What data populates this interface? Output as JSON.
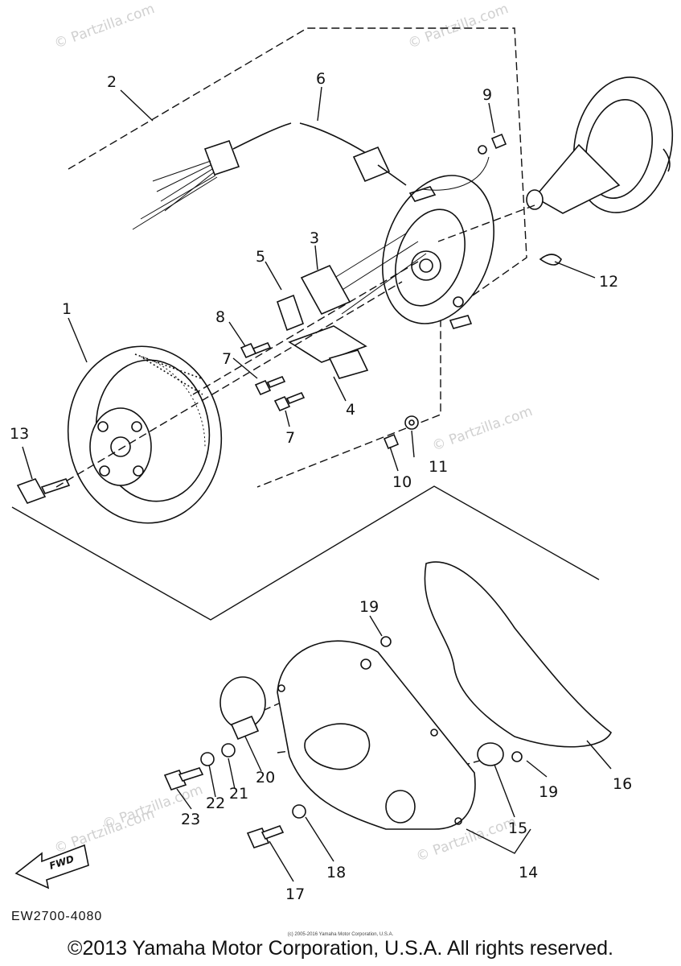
{
  "diagram": {
    "callouts": {
      "c1": "1",
      "c2": "2",
      "c3": "3",
      "c4": "4",
      "c5": "5",
      "c6": "6",
      "c7a": "7",
      "c7b": "7",
      "c8": "8",
      "c9": "9",
      "c10": "10",
      "c11": "11",
      "c12": "12",
      "c13": "13",
      "c14": "14",
      "c15": "15",
      "c16": "16",
      "c17": "17",
      "c18": "18",
      "c19a": "19",
      "c19b": "19",
      "c20": "20",
      "c21": "21",
      "c22": "22",
      "c23": "23"
    },
    "fwd_label": "FWD",
    "watermark": "© Partzilla.com",
    "diagram_code": "EW2700-4080"
  },
  "footer": {
    "fine_print": "(c) 2005-2016 Yamaha Motor Corporation, U.S.A.",
    "copyright": "©2013 Yamaha Motor Corporation, U.S.A. All rights reserved."
  }
}
